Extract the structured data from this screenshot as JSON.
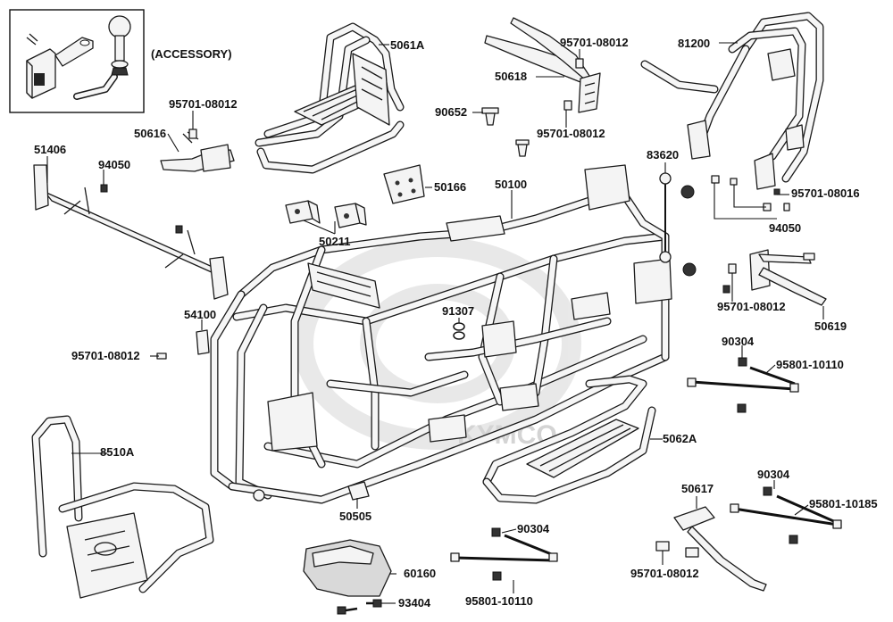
{
  "diagram": {
    "watermark": "KYMCO",
    "accessory_note": "(ACCESSORY)",
    "labels": {
      "l5061a": "5061A",
      "l95701_a": "95701-08012",
      "l50618": "50618",
      "l81200": "81200",
      "l50616": "50616",
      "l95701_b": "95701-08012",
      "l90652": "90652",
      "l95701_c": "95701-08012",
      "l51406": "51406",
      "l94050_a": "94050",
      "l50166": "50166",
      "l50100": "50100",
      "l83620": "83620",
      "l95701_08016": "95701-08016",
      "l94050_b": "94050",
      "l50211": "50211",
      "l95701_d": "95701-08012",
      "l50619": "50619",
      "l54100": "54100",
      "l91307": "91307",
      "l95701_e": "95701-08012",
      "l90304_a": "90304",
      "l95801_10110_a": "95801-10110",
      "l8510a": "8510A",
      "l5062a": "5062A",
      "l50617": "50617",
      "l90304_b": "90304",
      "l95801_10185": "95801-10185",
      "l50505": "50505",
      "l90304_c": "90304",
      "l95701_f": "95701-08012",
      "l60160": "60160",
      "l95801_10110_b": "95801-10110",
      "l93404": "93404"
    }
  }
}
